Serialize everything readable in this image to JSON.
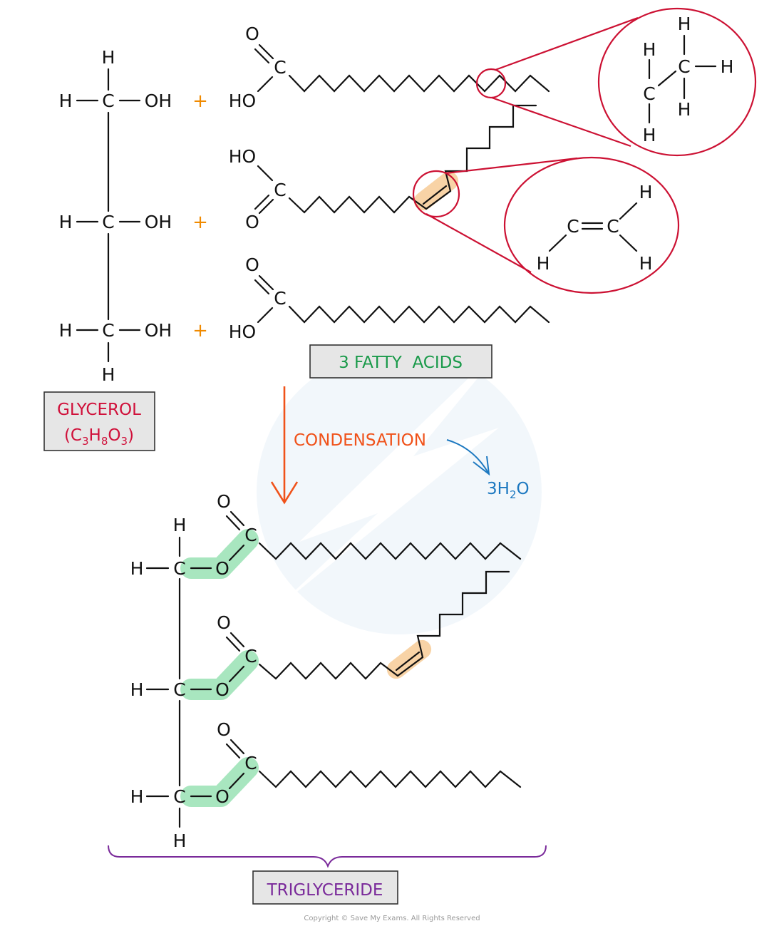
{
  "title": "Formation of a triglyceride by condensation",
  "colors": {
    "glycerol": "#d0103a",
    "fatty_acids": "#1a9a4a",
    "condensation": "#f0521a",
    "water": "#1c78c0",
    "triglyceride": "#7a2a9a",
    "plus": "#f08a00",
    "zoom_circle": "#cc1133",
    "ester_highlight": "#a8e6bf",
    "double_bond_highlight": "#f8d3a6"
  },
  "glycerol": {
    "atoms": {
      "H": "H",
      "C": "C",
      "OH": "OH"
    },
    "label": "GLYCEROL",
    "formula": {
      "prefix": "(C",
      "sub1": "3",
      "mid1": "H",
      "sub2": "8",
      "mid2": "O",
      "sub3": "3",
      "suffix": ")"
    }
  },
  "plus_sign": "+",
  "fatty_acids": {
    "label": "3 FATTY  ACIDS",
    "atoms": {
      "O": "O",
      "C": "C",
      "HO": "HO"
    }
  },
  "zoom_saturated": {
    "atoms": [
      "H",
      "H",
      "C",
      "H",
      "C",
      "H",
      "H"
    ]
  },
  "zoom_unsaturated": {
    "atoms": {
      "C": "C",
      "H": "H"
    }
  },
  "reaction": {
    "label": "CONDENSATION",
    "byproduct": {
      "coef": "3H",
      "sub": "2",
      "suffix": "O"
    }
  },
  "triglyceride": {
    "atoms": {
      "H": "H",
      "C": "C",
      "O": "O"
    },
    "label": "TRIGLYCERIDE"
  },
  "copyright": "Copyright © Save My Exams. All Rights Reserved"
}
